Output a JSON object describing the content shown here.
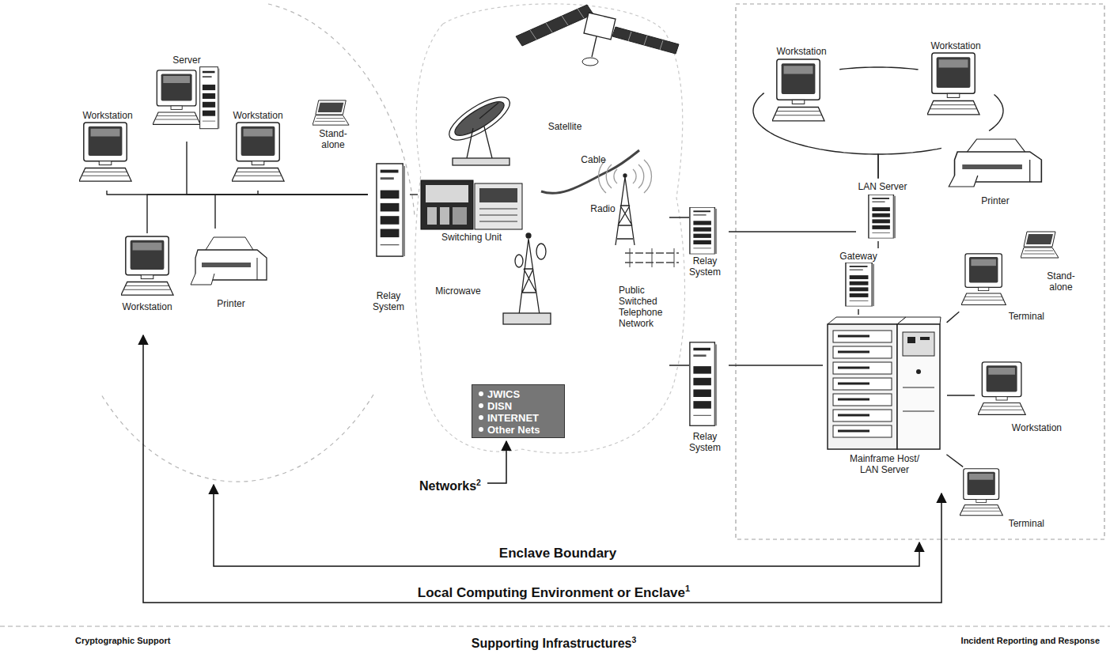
{
  "diagram": {
    "nodes": [
      {
        "text": [
          "Workstation"
        ]
      },
      {
        "text": [
          "Server"
        ]
      },
      {
        "text": [
          "Workstation"
        ]
      },
      {
        "text": [
          "Stand-alone"
        ]
      },
      {
        "text": [
          "Relay System"
        ]
      },
      {
        "text": [
          "Workstation"
        ]
      },
      {
        "text": [
          "Printer"
        ]
      },
      {
        "text": [
          "Satellite"
        ]
      },
      {
        "text": [
          "Cable"
        ]
      },
      {
        "text": [
          "Switching Unit"
        ]
      },
      {
        "text": [
          "Radio"
        ]
      },
      {
        "text": [
          "Microwave"
        ]
      },
      {
        "text": [
          "Public Switched Telephone Network"
        ]
      },
      {
        "text": [
          "JWICS",
          "DISN",
          "INTERNET",
          "Other Nets"
        ]
      },
      {
        "text": [
          "Workstation"
        ]
      },
      {
        "text": [
          "Workstation"
        ]
      },
      {
        "text": [
          "LAN Server"
        ]
      },
      {
        "text": [
          "Printer"
        ]
      },
      {
        "text": [
          "Gateway"
        ]
      },
      {
        "text": [
          "Relay System"
        ]
      },
      {
        "text": [
          "Stand-alone"
        ]
      },
      {
        "text": [
          "Terminal"
        ]
      },
      {
        "text": [
          "Relay System"
        ]
      },
      {
        "text": [
          "Mainframe Host/ LAN Server"
        ]
      },
      {
        "text": [
          "Workstation"
        ]
      },
      {
        "text": [
          "Terminal"
        ]
      }
    ],
    "edges": [
      {
        "from": 0,
        "to": 4,
        "arrow": "none"
      },
      {
        "from": 1,
        "to": 4,
        "arrow": "none"
      },
      {
        "from": 2,
        "to": 4,
        "arrow": "none"
      },
      {
        "from": 5,
        "to": 4,
        "arrow": "none"
      },
      {
        "from": 6,
        "to": 4,
        "arrow": "none"
      },
      {
        "from": 4,
        "to": 9,
        "arrow": "none"
      },
      {
        "from": 14,
        "to": 15,
        "arrow": "none"
      },
      {
        "from": 15,
        "to": 17,
        "arrow": "none"
      },
      {
        "from": 17,
        "to": 16,
        "arrow": "none"
      },
      {
        "from": 16,
        "to": 14,
        "arrow": "none"
      },
      {
        "from": 19,
        "to": 16,
        "arrow": "none"
      },
      {
        "from": 16,
        "to": 18,
        "arrow": "none"
      },
      {
        "from": 18,
        "to": 23,
        "arrow": "none"
      },
      {
        "from": 22,
        "to": 23,
        "arrow": "none"
      },
      {
        "from": 23,
        "to": 21,
        "arrow": "none"
      },
      {
        "from": 23,
        "to": 24,
        "arrow": "none"
      },
      {
        "from": 23,
        "to": 25,
        "arrow": "none"
      }
    ],
    "labels": [
      "Enclave Boundary",
      "Local Computing Environment or Enclave",
      "1",
      "Networks",
      "2",
      "Cryptographic Support",
      "Supporting Infrastructures",
      "3",
      "Incident Reporting and Response"
    ]
  }
}
